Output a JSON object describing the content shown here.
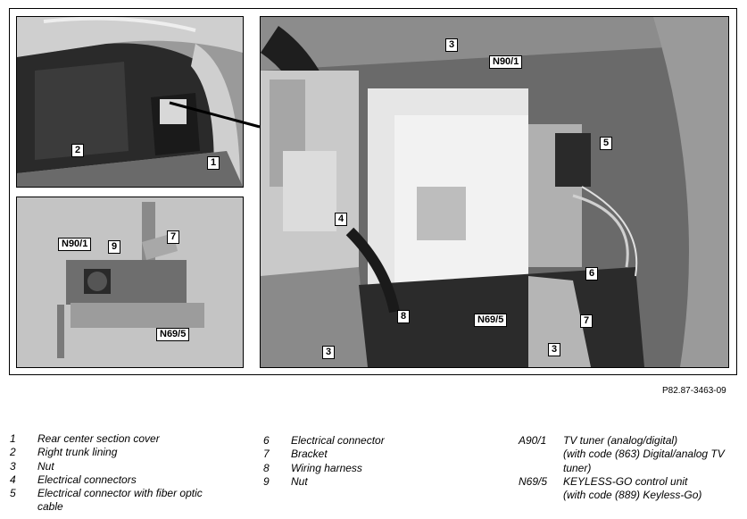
{
  "labels": {
    "top_left": [
      "2",
      "1"
    ],
    "bottom_left": [
      "N90/1",
      "9",
      "7",
      "N69/5"
    ],
    "main": [
      "3",
      "N90/1",
      "5",
      "4",
      "6",
      "8",
      "N69/5",
      "7",
      "3",
      "3"
    ]
  },
  "figure_code": "P82.87-3463-09",
  "legend": {
    "col1": [
      {
        "num": "1",
        "text": "Rear center section cover"
      },
      {
        "num": "2",
        "text": "Right trunk lining"
      },
      {
        "num": "3",
        "text": "Nut"
      },
      {
        "num": "4",
        "text": "Electrical connectors"
      },
      {
        "num": "5",
        "text": "Electrical connector with fiber optic",
        "text2": "cable"
      }
    ],
    "col2": [
      {
        "num": "6",
        "text": "Electrical connector"
      },
      {
        "num": "7",
        "text": "Bracket"
      },
      {
        "num": "8",
        "text": "Wiring harness"
      },
      {
        "num": "9",
        "text": "Nut"
      }
    ],
    "col3": [
      {
        "num": "A90/1",
        "text": "TV tuner (analog/digital)",
        "text2": "(with code (863) Digital/analog TV",
        "text3": "tuner)"
      },
      {
        "num": "N69/5",
        "text": "KEYLESS-GO control unit",
        "text2": "(with code (889) Keyless-Go)"
      }
    ]
  }
}
